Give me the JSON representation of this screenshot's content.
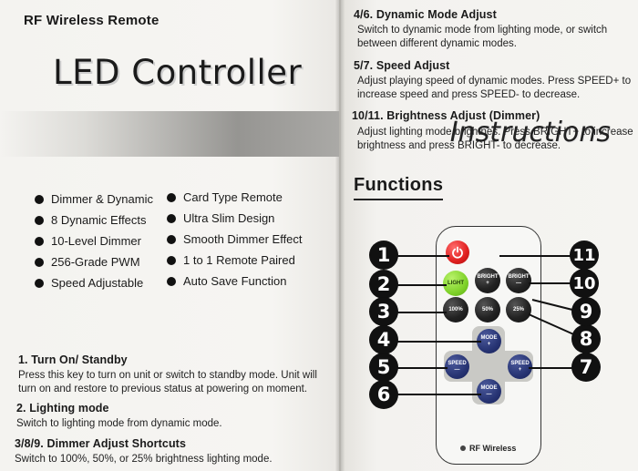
{
  "left_page": {
    "brand": "RF Wireless Remote",
    "title": "LED Controller",
    "instructions_label": "Instructions",
    "features_col1": [
      "Dimmer & Dynamic",
      "8 Dynamic Effects",
      "10-Level Dimmer",
      "256-Grade PWM",
      "Speed Adjustable"
    ],
    "features_col2": [
      "Card Type Remote",
      "Ultra Slim Design",
      "Smooth Dimmer Effect",
      "1 to 1 Remote Paired",
      "Auto Save Function"
    ],
    "sections": [
      {
        "heading": "1. Turn On/ Standby",
        "lines": [
          "Press this key to turn on unit or switch to standby mode. Unit will",
          "turn on and restore to previous status at powering on moment."
        ]
      },
      {
        "heading": "2. Lighting mode",
        "lines": [
          "Switch to lighting  mode from dynamic mode."
        ]
      },
      {
        "heading": "3/8/9. Dimmer Adjust Shortcuts",
        "lines": [
          "Switch to 100%, 50%, or 25%  brightness lighting mode."
        ]
      }
    ]
  },
  "right_page": {
    "sections": [
      {
        "heading": "4/6. Dynamic Mode Adjust",
        "lines": [
          "Switch to dynamic mode from lighting mode, or switch",
          "between different dynamic modes."
        ]
      },
      {
        "heading": "5/7. Speed Adjust",
        "lines": [
          "Adjust playing speed of dynamic modes. Press SPEED+ to",
          "increase speed and press SPEED- to decrease."
        ]
      },
      {
        "heading": "10/11. Brightness Adjust (Dimmer)",
        "lines": [
          "Adjust lighting mode brightnes. Press BRIGHT+ to increase",
          "brightness and press BRIGHT- to decrease."
        ]
      }
    ],
    "functions_title": "Functions",
    "remote": {
      "brand": "RF Wireless",
      "buttons": {
        "light": "LIGHT",
        "bright_up": "BRIGHT",
        "bright_up_sign": "+",
        "bright_down": "BRIGHT",
        "bright_down_sign": "—",
        "p100": "100%",
        "p50": "50%",
        "p25": "25%",
        "mode_up": "MODE",
        "mode_up_sign": "+",
        "speed_down": "SPEED",
        "speed_down_sign": "—",
        "speed_up": "SPEED",
        "speed_up_sign": "+",
        "mode_down": "MODE",
        "mode_down_sign": "—"
      }
    },
    "callout_numbers": [
      "1",
      "2",
      "3",
      "4",
      "5",
      "6",
      "7",
      "8",
      "9",
      "10",
      "11"
    ]
  },
  "colors": {
    "power": "#e01f1f",
    "light": "#7fd22a",
    "nav": "#273473",
    "dark": "#222222"
  },
  "icons": [
    "power-icon",
    "bullet-icon"
  ]
}
